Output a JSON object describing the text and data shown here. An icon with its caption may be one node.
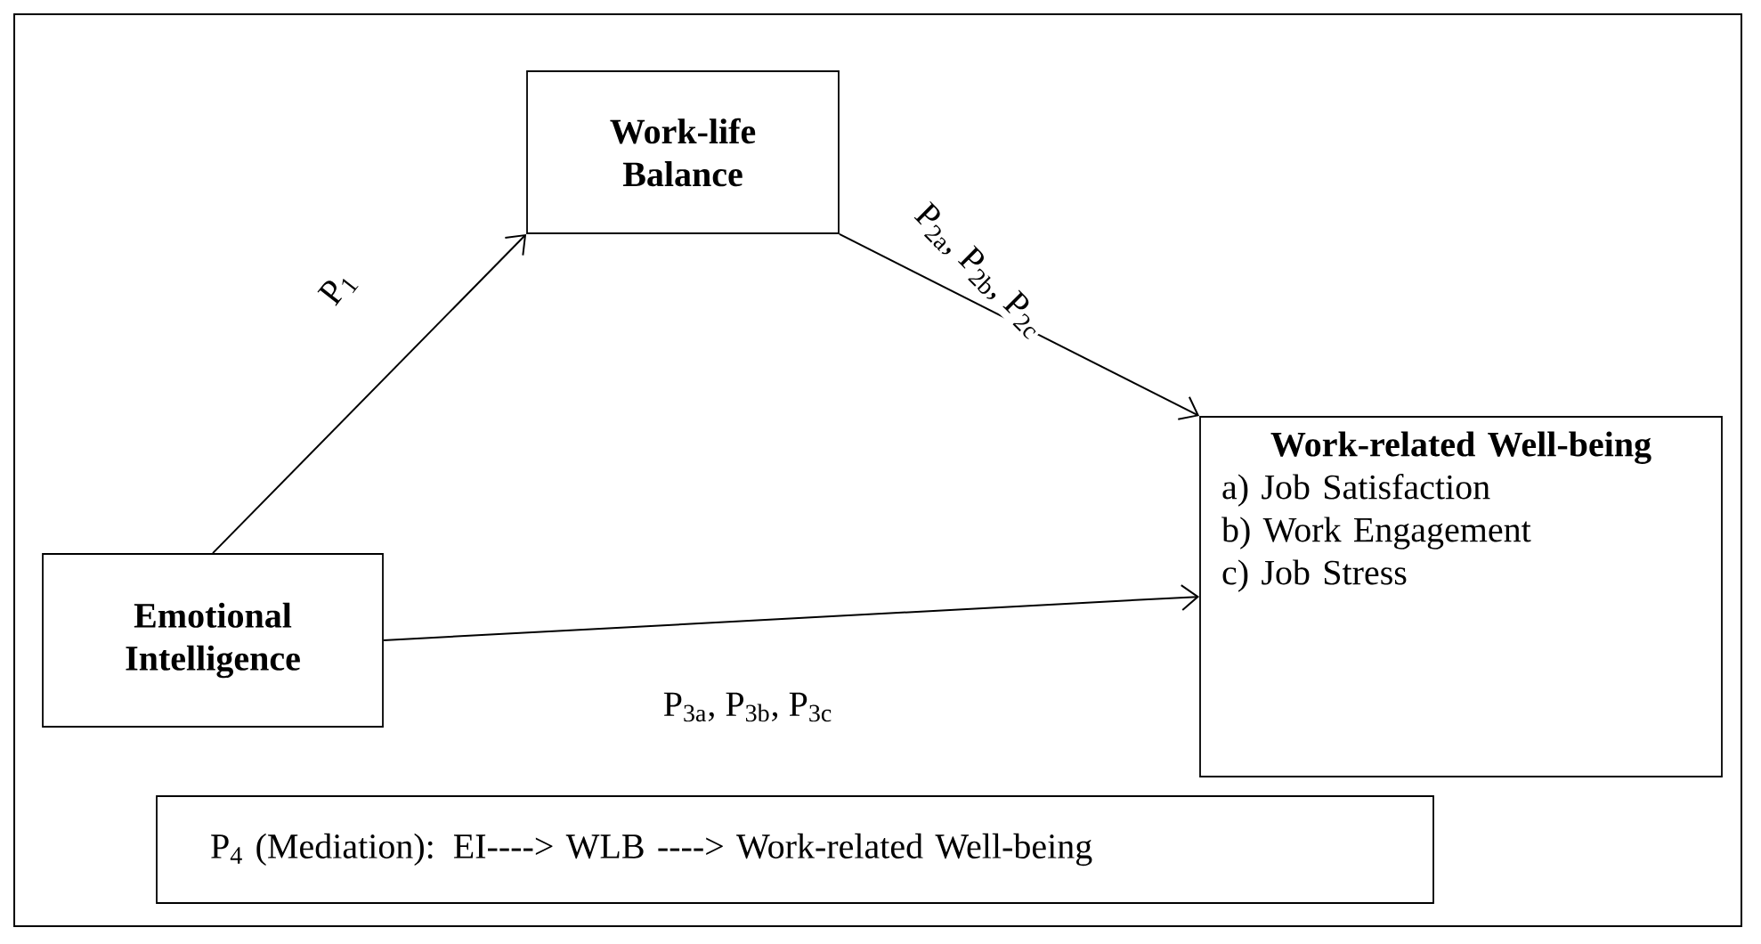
{
  "diagram": {
    "nodes": [
      {
        "text": [
          "Work-life Balance"
        ]
      },
      {
        "text": [
          "Emotional Intelligence"
        ]
      },
      {
        "text": [
          "Work-related Well-being",
          "a) Job Satisfaction",
          "b) Work Engagement",
          "c) Job Stress"
        ]
      },
      {
        "text": [
          "P$_{4}$ (Mediation): EI----> WLB ----> Work-related Well-being"
        ]
      }
    ],
    "edges": [
      {
        "from": 1,
        "to": 0,
        "arrow": "to",
        "label": "P$_{1}$"
      },
      {
        "from": 0,
        "to": 2,
        "arrow": "to",
        "label": "P$_{2a}$, P$_{2b}$, P$_{2c}$"
      },
      {
        "from": 1,
        "to": 2,
        "arrow": "to",
        "label": "P$_{3a}$, P$_{3b}$, P$_{3c}$"
      }
    ]
  }
}
